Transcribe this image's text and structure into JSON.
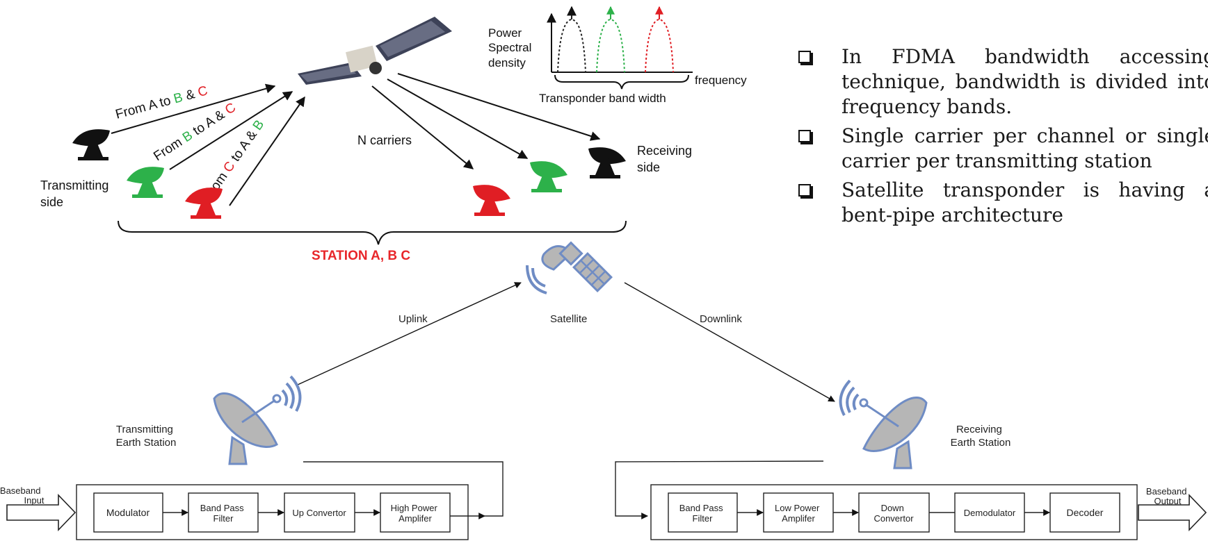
{
  "top_figure": {
    "spectrum": {
      "y_axis_label": [
        "Power",
        "Spectral",
        "density"
      ],
      "x_axis_label": "frequency",
      "brace_label": "Transponder band width"
    },
    "uplinks": [
      {
        "prefix": "From A to ",
        "first": "B",
        "mid": " & ",
        "second": "C"
      },
      {
        "prefix": "From ",
        "first": "B",
        "mid": " to A & ",
        "second": "C"
      },
      {
        "prefix": "From ",
        "first": "C",
        "mid": " to A & ",
        "second": "B"
      }
    ],
    "downlink_label": "N carriers",
    "transmitting_label": [
      "Transmitting",
      "side"
    ],
    "receiving_label": [
      "Receiving",
      "side"
    ],
    "stations_label": "STATION A, B C",
    "colors": {
      "A": "#111111",
      "B": "#2db14a",
      "C": "#e01e24",
      "stations_label": "#e8262a"
    }
  },
  "bullets": [
    "In FDMA bandwidth accessing technique, bandwidth is divided into frequency bands.",
    "Single carrier per channel or single carrier per transmitting station",
    "Satellite transponder is having a bent-pipe architecture"
  ],
  "bottom_figure": {
    "satellite_label": "Satellite",
    "uplink_label": "Uplink",
    "downlink_label": "Downlink",
    "tx_station_label": [
      "Transmitting",
      "Earth Station"
    ],
    "rx_station_label": [
      "Receiving",
      "Earth Station"
    ],
    "tx_input_label": [
      "Baseband",
      "Input"
    ],
    "rx_output_label": [
      "Baseband",
      "Output"
    ],
    "tx_chain": {
      "modulator": [
        "Modulator"
      ],
      "bpf": [
        "Band Pass",
        "Filter"
      ],
      "upconv": [
        "Up Convertor"
      ],
      "hpa": [
        "High Power",
        "Amplifer"
      ]
    },
    "rx_chain": {
      "bpf": [
        "Band Pass",
        "Filter"
      ],
      "lpa": [
        "Low Power",
        "Amplifer"
      ],
      "downconv": [
        "Down",
        "Convertor"
      ],
      "demod": [
        "Demodulator"
      ],
      "decoder": [
        "Decoder"
      ]
    },
    "icon_color": "#6f8cc4"
  }
}
